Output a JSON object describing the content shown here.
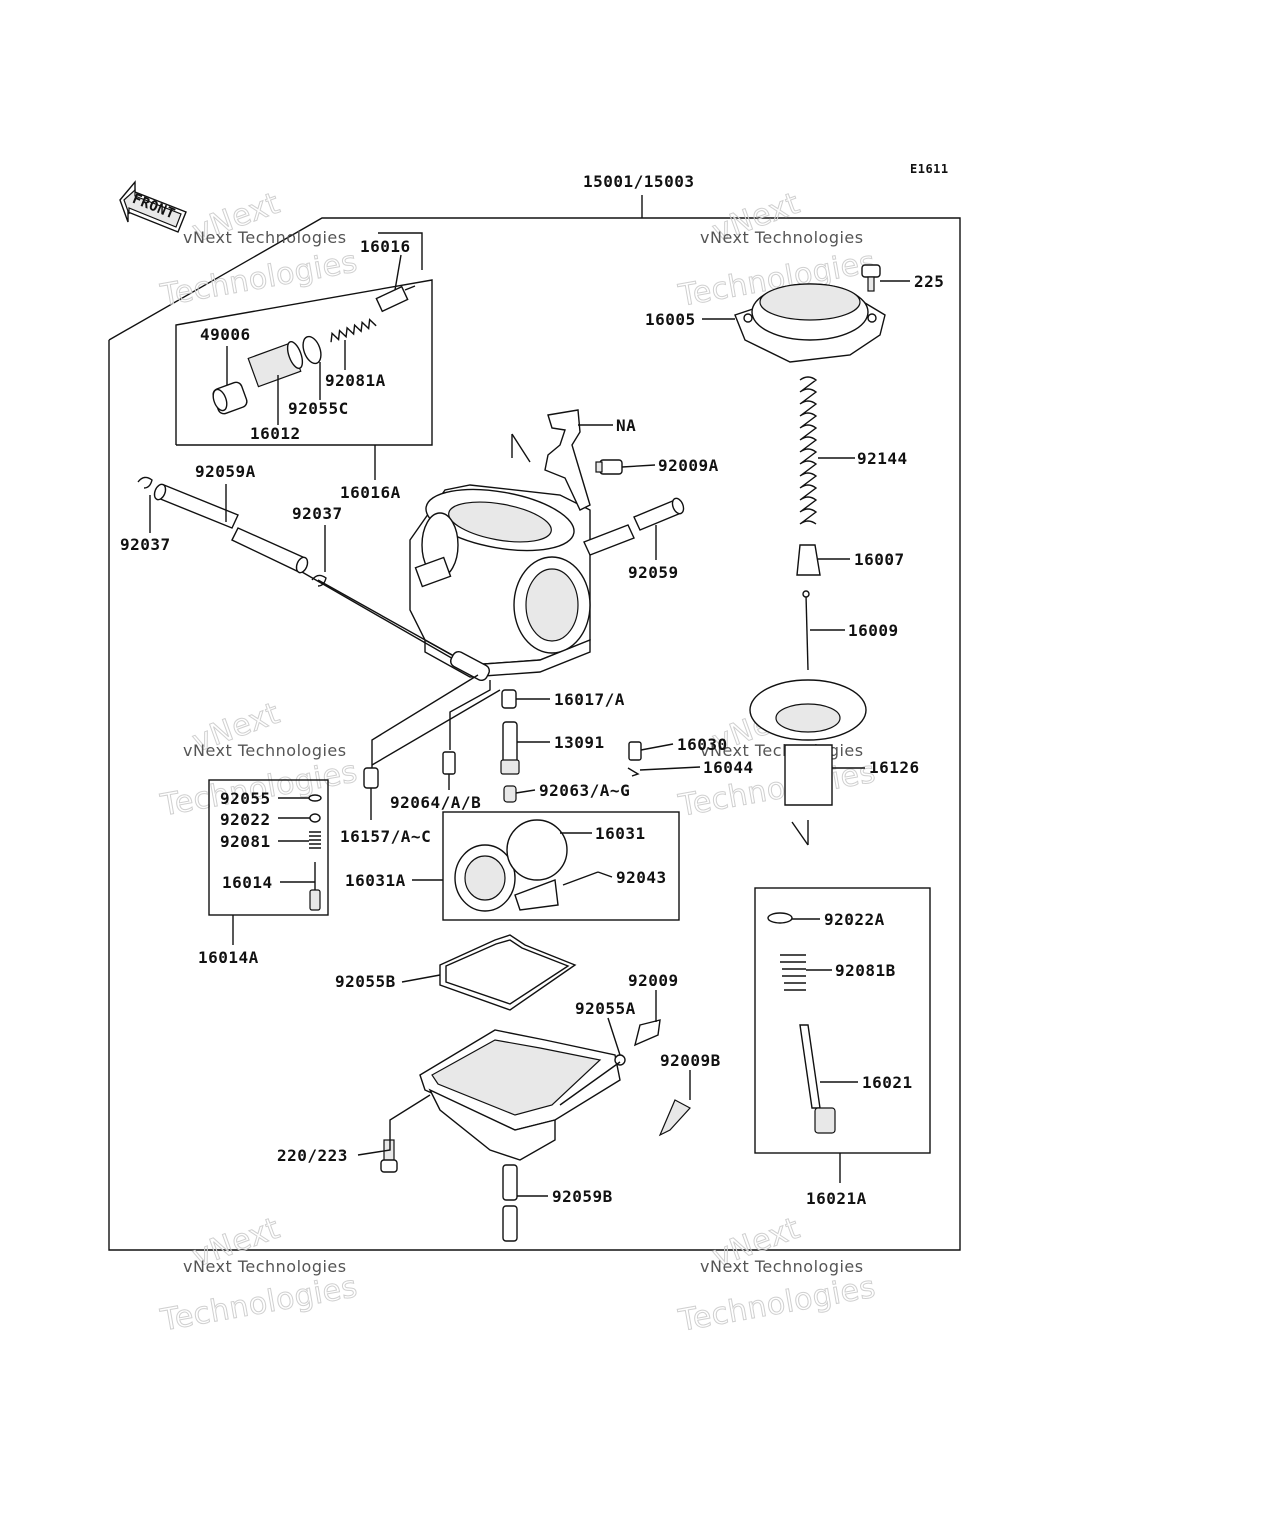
{
  "code": "E1611",
  "front": "FRONT",
  "watermark": {
    "line1": "vNext Technologies",
    "line2": "vNext",
    "line3": "Technologies"
  },
  "labels": {
    "p15001": "15001/15003",
    "p16016": "16016",
    "p49006": "49006",
    "p92081A": "92081A",
    "p92055C": "92055C",
    "p16012": "16012",
    "p16016A": "16016A",
    "p92059A": "92059A",
    "p92037a": "92037",
    "p92037b": "92037",
    "pNA": "NA",
    "p92009A": "92009A",
    "p92059": "92059",
    "p225": "225",
    "p16005": "16005",
    "p92144": "92144",
    "p16007": "16007",
    "p16009": "16009",
    "p16017": "16017/A",
    "p13091": "13091",
    "p16030": "16030",
    "p16044": "16044",
    "p16126": "16126",
    "p92055": "92055",
    "p92022": "92022",
    "p92081": "92081",
    "p16014": "16014",
    "p16014A": "16014A",
    "p92064": "92064/A/B",
    "p92063": "92063/A~G",
    "p16157": "16157/A~C",
    "p16031": "16031",
    "p16031A": "16031A",
    "p92043": "92043",
    "p92022A": "92022A",
    "p92081B": "92081B",
    "p16021": "16021",
    "p16021A": "16021A",
    "p92055B": "92055B",
    "p92009": "92009",
    "p92055A": "92055A",
    "p92009B": "92009B",
    "p220": "220/223",
    "p92059B": "92059B"
  }
}
